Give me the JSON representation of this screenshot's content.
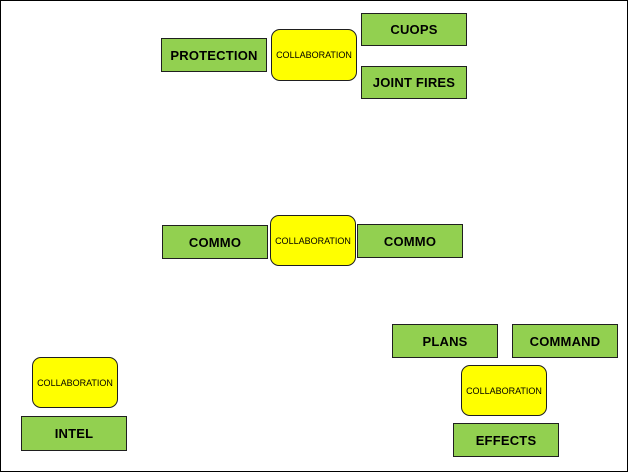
{
  "diagram": {
    "boxes": {
      "protection": "PROTECTION",
      "cuops": "CUOPS",
      "joint_fires": "JOINT FIRES",
      "collab_top": "COLLABORATION",
      "commo_left": "COMMO",
      "collab_middle": "COLLABORATION",
      "commo_right": "COMMO",
      "plans": "PLANS",
      "command": "COMMAND",
      "collab_bottom_right": "COLLABORATION",
      "effects": "EFFECTS",
      "collab_bottom_left": "COLLABORATION",
      "intel": "INTEL"
    },
    "colors": {
      "function_box": "#92d050",
      "collaboration_box": "#ffff00",
      "border": "#1f1f1f"
    }
  }
}
